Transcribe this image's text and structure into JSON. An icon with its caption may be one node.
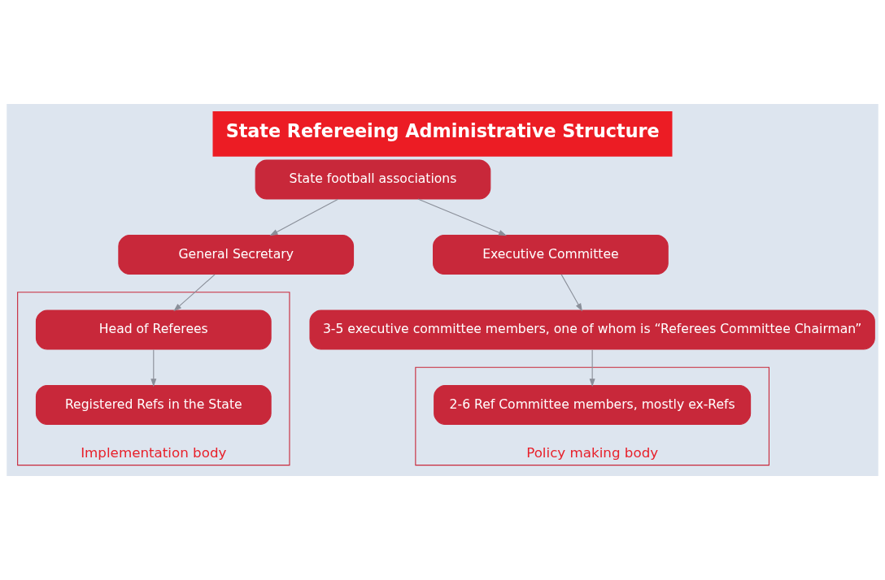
{
  "diagram": {
    "title": "State Refereeing Administrative Structure",
    "nodes": [
      {
        "text": [
          "State football associations"
        ]
      },
      {
        "text": [
          "General Secretary"
        ]
      },
      {
        "text": [
          "Executive Committee"
        ]
      },
      {
        "text": [
          "3-5 executive committee members, one of whom is “Referees Committee Chairman”"
        ]
      },
      {
        "text": [
          "Policy making body"
        ]
      },
      {
        "text": [
          "2-6 Ref Committee members, mostly ex-Refs"
        ],
        "in": 4
      },
      {
        "text": [
          "Implementation body"
        ]
      },
      {
        "text": [
          "Head of Referees"
        ],
        "in": 6
      },
      {
        "text": [
          "Registered Refs in the State"
        ],
        "in": 6
      }
    ],
    "edges": [
      {
        "from": 0,
        "to": 1,
        "arrow": "to"
      },
      {
        "from": 0,
        "to": 2,
        "arrow": "to"
      },
      {
        "from": 2,
        "to": 3,
        "arrow": "to"
      },
      {
        "from": 3,
        "to": 5,
        "arrow": "to"
      },
      {
        "from": 1,
        "to": 7,
        "arrow": "to"
      },
      {
        "from": 7,
        "to": 8,
        "arrow": "to"
      }
    ]
  }
}
